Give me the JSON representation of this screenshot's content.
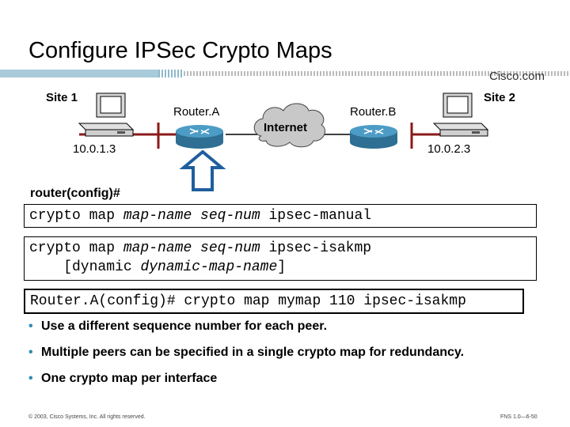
{
  "slide": {
    "title": "Configure IPSec Crypto Maps",
    "logo_text": "Cisco.com"
  },
  "diagram": {
    "site1_label": "Site 1",
    "site2_label": "Site 2",
    "router_a_label": "Router.A",
    "router_b_label": "Router.B",
    "internet_label": "Internet",
    "ip_left": "10.0.1.3",
    "ip_right": "10.0.2.3"
  },
  "config": {
    "prompt": "router(config)#",
    "cmd_manual": {
      "plain": "crypto map ",
      "italic": "map-name seq-num",
      "tail": " ipsec-manual"
    },
    "cmd_isakmp": {
      "plain": "crypto map ",
      "italic": "map-name seq-num",
      "tail": " ipsec-isakmp",
      "line2_plain": "    [dynamic ",
      "line2_italic": "dynamic-map-name",
      "line2_tail": "]"
    },
    "example": "Router.A(config)# crypto map mymap 110 ipsec-isakmp"
  },
  "bullets": [
    "Use a different sequence number for each peer.",
    "Multiple peers can be specified in a single crypto map for redundancy.",
    "One crypto map per interface"
  ],
  "footer": {
    "copyright": "© 2003, Cisco Systems, Inc. All rights reserved.",
    "page": "FNS 1.0—6-50"
  },
  "colors": {
    "header_bar": "#9fc6d6",
    "header_bar_dark": "#6b9fb5",
    "router_blue": "#3f86ad",
    "segment_red": "#8b1a1a",
    "arrow_blue": "#1f5e9e",
    "bullet_accent": "#2f8bb3"
  }
}
